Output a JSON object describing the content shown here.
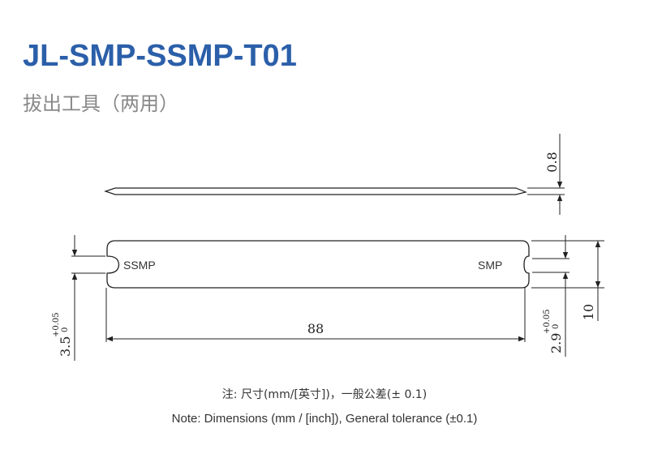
{
  "header": {
    "title": "JL-SMP-SSMP-T01",
    "subtitle": "拔出工具（两用）"
  },
  "drawing": {
    "label_left": "SSMP",
    "label_right": "SMP",
    "dim_length": "88",
    "dim_thickness": "0.8",
    "dim_width": "10",
    "dim_left_notch": "3.5",
    "dim_left_tol_upper": "+0.05",
    "dim_left_tol_lower": "0",
    "dim_right_notch": "2.9",
    "dim_right_tol_upper": "+0.05",
    "dim_right_tol_lower": "0"
  },
  "notes": {
    "cn": "注: 尺寸(mm/[英寸])，一般公差(± 0.1)",
    "en": "Note: Dimensions (mm / [inch]), General tolerance (±0.1)"
  }
}
